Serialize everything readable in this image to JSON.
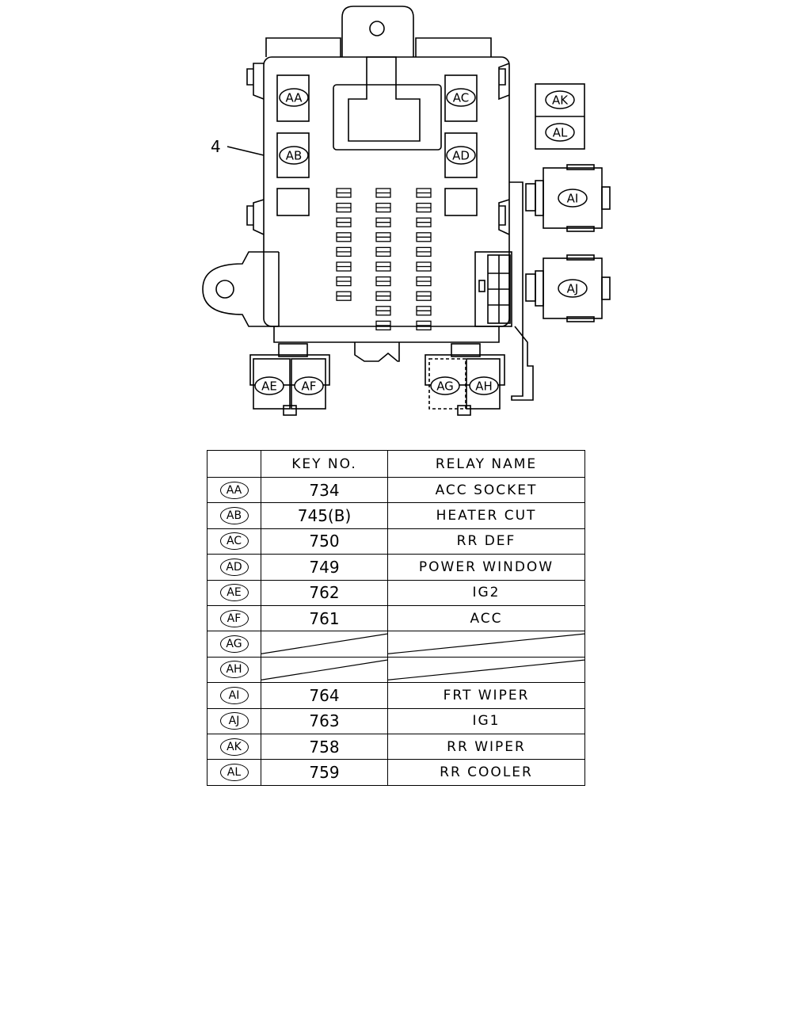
{
  "diagram": {
    "part_number": "4",
    "callouts": [
      "AA",
      "AB",
      "AC",
      "AD",
      "AE",
      "AF",
      "AG",
      "AH",
      "AI",
      "AJ",
      "AK",
      "AL"
    ]
  },
  "table": {
    "headers": {
      "key": "",
      "key_no": "KEY NO.",
      "relay_name": "RELAY NAME"
    },
    "rows": [
      {
        "key": "AA",
        "key_no": "734",
        "relay_name": "ACC SOCKET",
        "blank": false
      },
      {
        "key": "AB",
        "key_no": "745(B)",
        "relay_name": "HEATER CUT",
        "blank": false
      },
      {
        "key": "AC",
        "key_no": "750",
        "relay_name": "RR DEF",
        "blank": false
      },
      {
        "key": "AD",
        "key_no": "749",
        "relay_name": "POWER WINDOW",
        "blank": false
      },
      {
        "key": "AE",
        "key_no": "762",
        "relay_name": "IG2",
        "blank": false
      },
      {
        "key": "AF",
        "key_no": "761",
        "relay_name": "ACC",
        "blank": false
      },
      {
        "key": "AG",
        "key_no": "",
        "relay_name": "",
        "blank": true
      },
      {
        "key": "AH",
        "key_no": "",
        "relay_name": "",
        "blank": true
      },
      {
        "key": "AI",
        "key_no": "764",
        "relay_name": "FRT WIPER",
        "blank": false
      },
      {
        "key": "AJ",
        "key_no": "763",
        "relay_name": "IG1",
        "blank": false
      },
      {
        "key": "AK",
        "key_no": "758",
        "relay_name": "RR WIPER",
        "blank": false
      },
      {
        "key": "AL",
        "key_no": "759",
        "relay_name": "RR COOLER",
        "blank": false
      }
    ]
  }
}
